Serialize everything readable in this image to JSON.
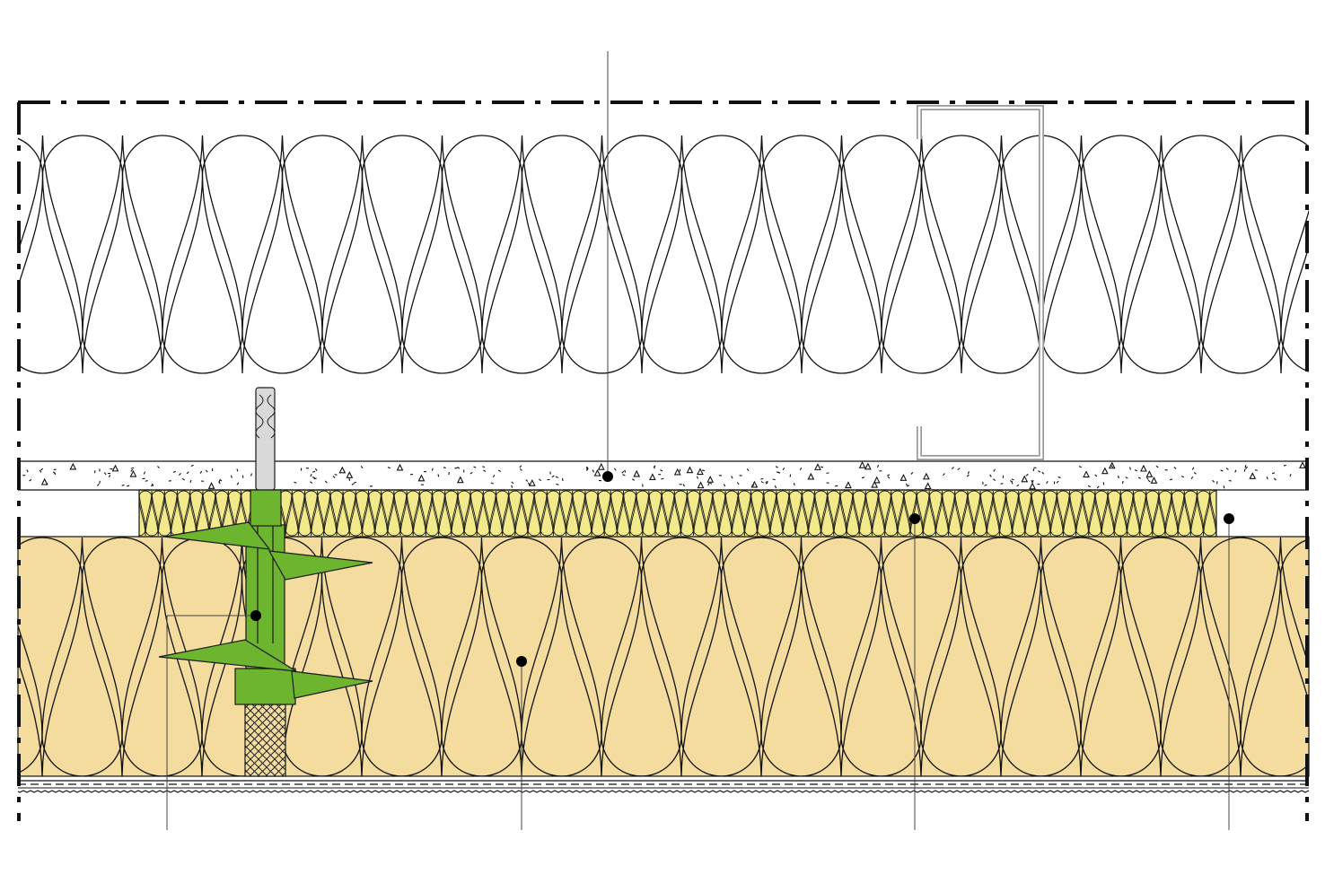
{
  "drawing": {
    "colors": {
      "background": "#ffffff",
      "line": "#111111",
      "mineral_wool_fill": "#f3dc9d",
      "thin_insulation_fill": "#f2e98a",
      "anchor_green": "#6db52f",
      "anchor_stem": "#d9d9d9",
      "steel_profile": "#9a9a9a"
    },
    "layers": [
      {
        "id": "upper-insulation",
        "fill": "none"
      },
      {
        "id": "screed",
        "pattern": "concrete"
      },
      {
        "id": "thin-insulation",
        "fill": "#f2e98a"
      },
      {
        "id": "main-insulation",
        "fill": "#f3dc9d"
      },
      {
        "id": "membrane",
        "pattern": "dashed"
      }
    ],
    "icons": [
      "helical-insulation-anchor",
      "c-steel-profile",
      "leader-dot"
    ]
  }
}
